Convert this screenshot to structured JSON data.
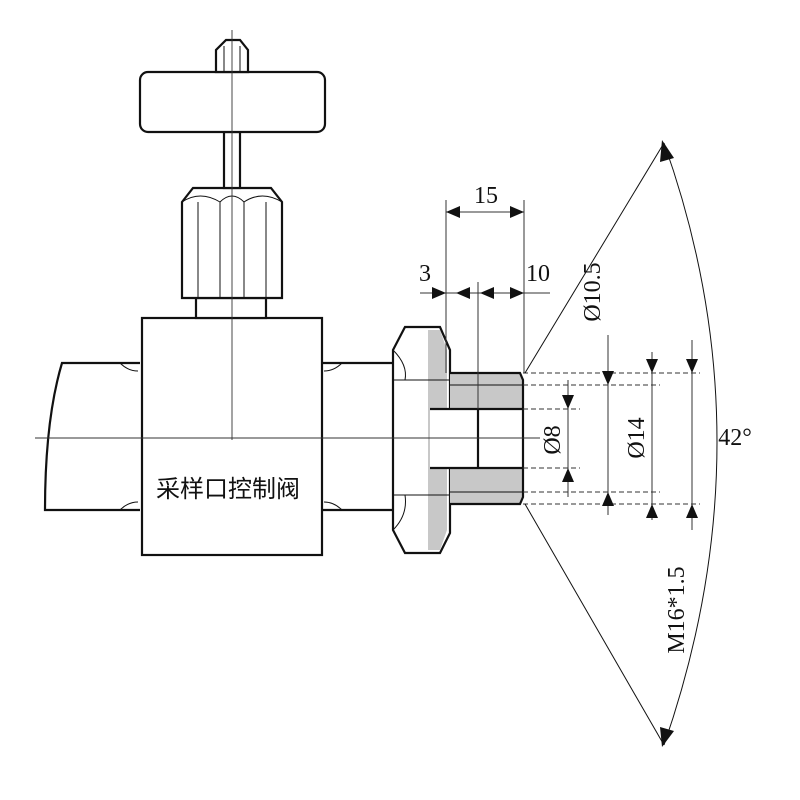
{
  "valve": {
    "label": "采样口控制阀"
  },
  "dimensions": {
    "length_total": "15",
    "length_left": "3",
    "length_right": "10",
    "dia_bore": "Ø8",
    "dia_inner": "Ø10.5",
    "dia_outer": "Ø14",
    "thread": "M16*1.5",
    "angle": "42°"
  }
}
